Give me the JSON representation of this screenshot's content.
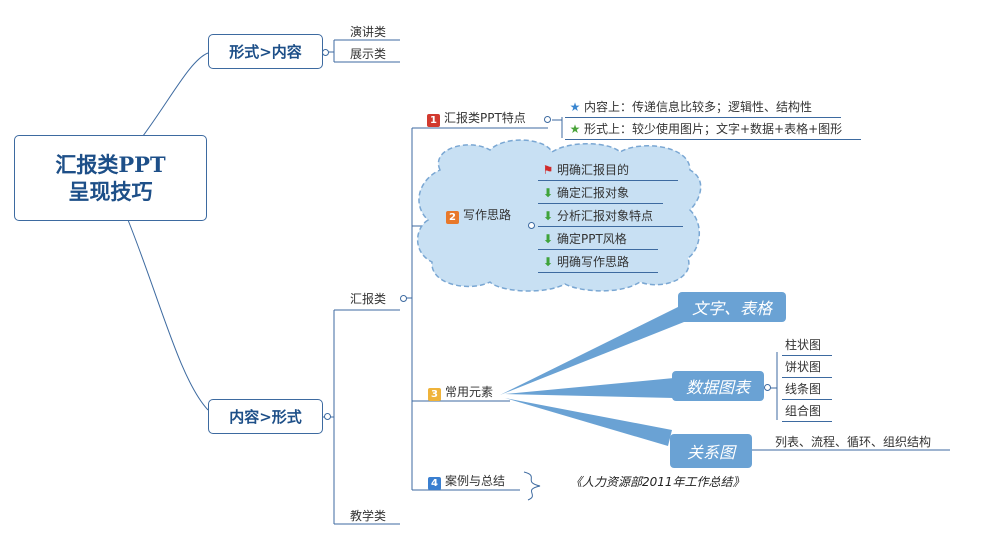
{
  "central": {
    "line1": "汇报类PPT",
    "line2": "呈现技巧"
  },
  "top": {
    "label": "形式>内容",
    "children": [
      "演讲类",
      "展示类"
    ]
  },
  "bottom": {
    "label": "内容>形式",
    "children": [
      "汇报类",
      "教学类"
    ]
  },
  "report": {
    "features": {
      "num": "1",
      "label": "汇报类PPT特点",
      "items": [
        "内容上：传递信息比较多；逻辑性、结构性",
        "形式上：较少使用图片；文字+数据+表格+图形"
      ]
    },
    "thinking": {
      "num": "2",
      "label": "写作思路",
      "items": [
        "明确汇报目的",
        "确定汇报对象",
        "分析汇报对象特点",
        "确定PPT风格",
        "明确写作思路"
      ]
    },
    "elements": {
      "num": "3",
      "label": "常用元素",
      "callouts": [
        "文字、表格",
        "数据图表",
        "关系图"
      ],
      "charts": [
        "柱状图",
        "饼状图",
        "线条图",
        "组合图"
      ],
      "relation": "列表、流程、循环、组织结构"
    },
    "cases": {
      "num": "4",
      "label": "案例与总结",
      "note": "《人力资源部2011年工作总结》"
    }
  },
  "icons": {
    "star": "star-icon",
    "flag": "flag-icon",
    "arrow": "arrow-down-icon"
  }
}
